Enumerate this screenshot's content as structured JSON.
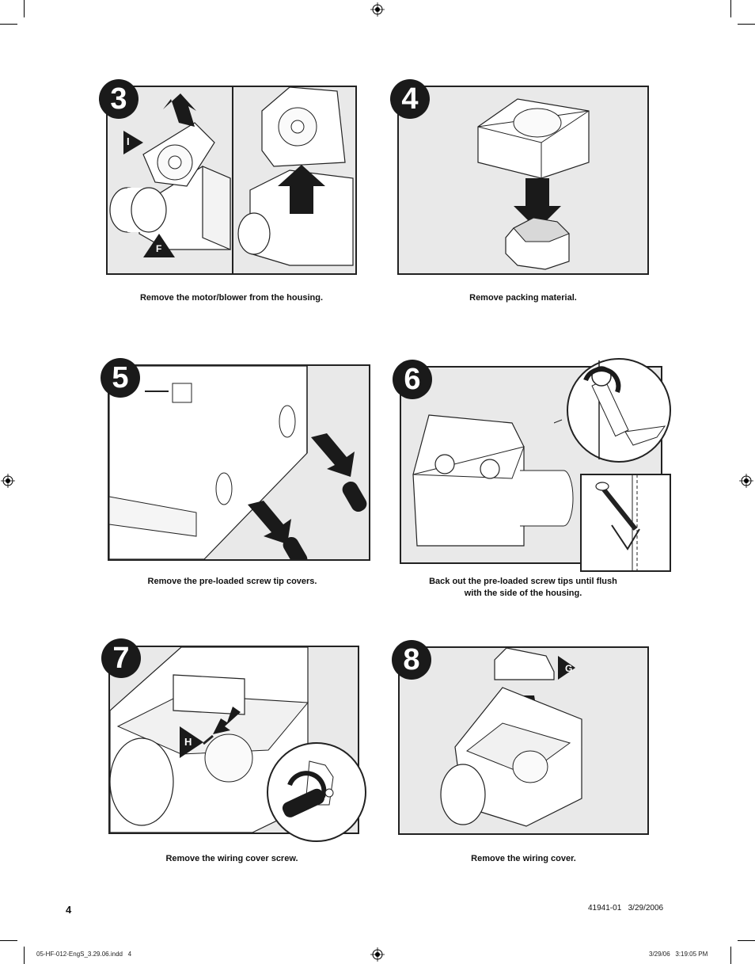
{
  "steps": [
    {
      "number": "3",
      "caption": "Remove the motor/blower from the housing.",
      "callouts": [
        "I",
        "F"
      ]
    },
    {
      "number": "4",
      "caption": "Remove packing material."
    },
    {
      "number": "5",
      "caption": "Remove the pre-loaded screw tip covers."
    },
    {
      "number": "6",
      "caption_line1": "Back out the pre-loaded screw tips until flush",
      "caption_line2": "with the side of the housing."
    },
    {
      "number": "7",
      "caption": "Remove the wiring cover screw.",
      "callouts": [
        "H"
      ]
    },
    {
      "number": "8",
      "caption": "Remove the wiring cover.",
      "callouts": [
        "G"
      ]
    }
  ],
  "page_number": "4",
  "doc_code": "41941-01",
  "doc_date": "3/29/2006",
  "slug_file": "05-HF-012-EngS_3.29.06.indd   4",
  "slug_timestamp": "3/29/06   3:19:05 PM"
}
